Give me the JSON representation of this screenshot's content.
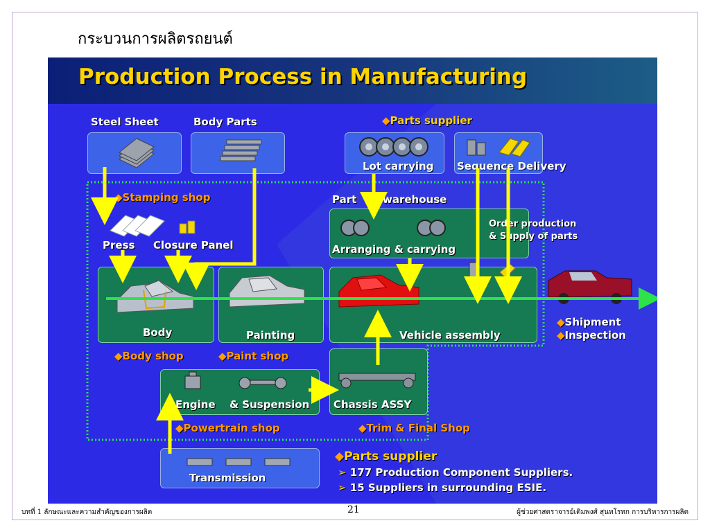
{
  "slide": {
    "thai_title": "กระบวนการผลิตรถยนต์",
    "footer_left": "บทที่ 1 ลักษณะและความสำคัญของการผลิต",
    "footer_page": "21",
    "footer_right": "ผู้ช่วยศาสตราจารย์เติมพงศ์ สุนทโรทก  การบริหารการผลิต"
  },
  "diagram": {
    "title": "Production Process in Manufacturing",
    "inputs": {
      "steel_sheet": "Steel Sheet",
      "body_parts": "Body Parts"
    },
    "parts_supplier_top": "Parts supplier",
    "lot_carrying": "Lot carrying",
    "sequence_delivery": "Sequence Delivery",
    "stamping_shop": "Stamping shop",
    "press": "Press",
    "closure_panel": "Closure Panel",
    "part_warehouse_a": "Part",
    "part_warehouse_b": "warehouse",
    "arranging_carrying": "Arranging & carrying",
    "order_production_1": "Order production",
    "order_production_2": "& Supply of parts",
    "body": "Body",
    "painting": "Painting",
    "vehicle_assembly": "Vehicle assembly",
    "shipment": "Shipment",
    "inspection": "Inspection",
    "body_shop": "Body shop",
    "paint_shop": "Paint shop",
    "engine": "Engine",
    "suspension": "& Suspension",
    "chassis_assy": "Chassis ASSY",
    "powertrain_shop": "Powertrain shop",
    "trim_final_shop": "Trim & Final Shop",
    "transmission": "Transmission",
    "parts_supplier_bottom": "Parts supplier",
    "supplier_note_1": "177 Production Component Suppliers.",
    "supplier_note_2": "15 Suppliers in surrounding ESIE."
  },
  "colors": {
    "background": "#2d2ae6",
    "title_yellow": "#ffd400",
    "shop_green": "#167a52",
    "flow_arrow": "#2ee24a",
    "feed_arrow": "#ffff00",
    "diamond_orange": "#ffa000"
  }
}
